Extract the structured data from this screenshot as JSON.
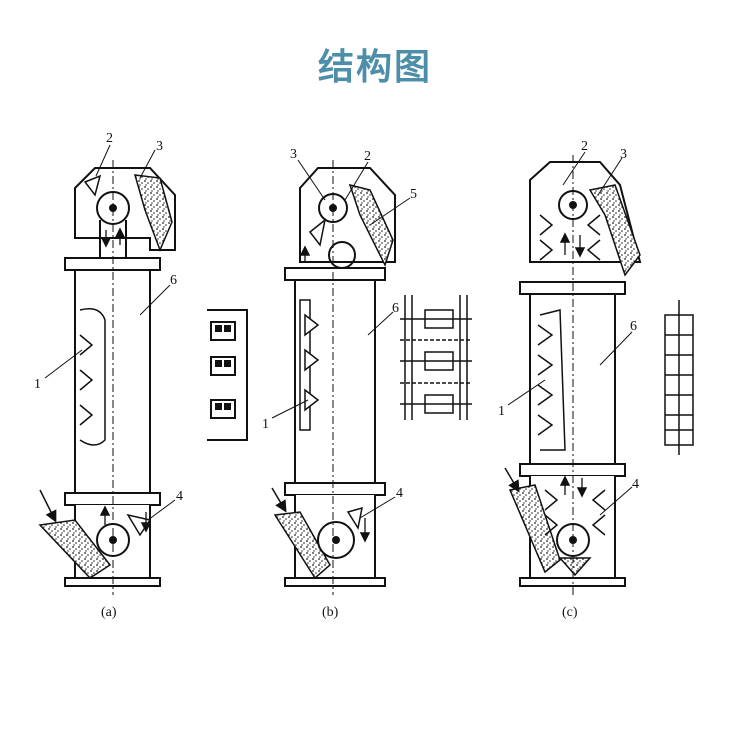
{
  "title": "结构图",
  "captions": [
    "(a)",
    "(b)",
    "(c)"
  ],
  "labels": {
    "a": [
      "2",
      "3",
      "6",
      "1",
      "4"
    ],
    "b": [
      "3",
      "2",
      "5",
      "6",
      "1",
      "4"
    ],
    "c": [
      "2",
      "3",
      "6",
      "1",
      "4"
    ]
  }
}
